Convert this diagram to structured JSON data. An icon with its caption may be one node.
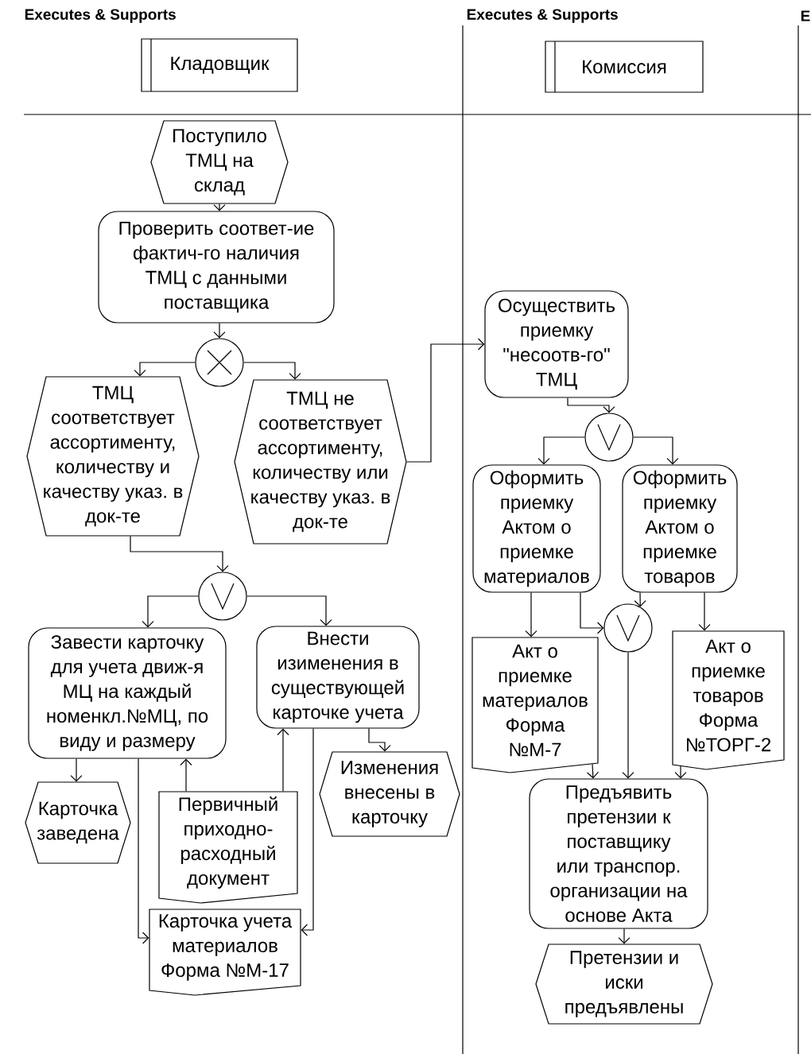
{
  "diagram": {
    "nodes": [
      {
        "text": [
          "Кладовщик"
        ]
      },
      {
        "text": [
          "Комиссия"
        ]
      },
      {
        "text": [
          "Поступило ТМЦ на склад"
        ]
      },
      {
        "text": [
          "Проверить соответ-ие фактич-го наличия ТМЦ с данными поставщика"
        ]
      },
      {
        "text": [],
        "shape": "circle"
      },
      {
        "text": [
          "ТМЦ соответствует ассортименту, количеству и качеству указ. в док-те"
        ]
      },
      {
        "text": [
          "ТМЦ не соответствует ассортименту, количеству или качеству указ. в док-те"
        ]
      },
      {
        "text": [
          "Осуществить приемку \"несоотв-го\" ТМЦ"
        ]
      },
      {
        "text": [],
        "shape": "circle"
      },
      {
        "text": [],
        "shape": "circle"
      },
      {
        "text": [
          "Оформить приемку Актом о приемке материалов"
        ]
      },
      {
        "text": [
          "Оформить приемку Актом о приемке товаров"
        ]
      },
      {
        "text": [
          "Завести карточку для учета движ-я МЦ на каждый номенкл.№МЦ, по виду и размеру"
        ]
      },
      {
        "text": [
          "Внести изименения в существующей карточке учета"
        ]
      },
      {
        "text": [],
        "shape": "circle"
      },
      {
        "text": [
          "Акт о приемке материалов Форма №М-7"
        ]
      },
      {
        "text": [
          "Акт о приемке товаров Форма №ТОРГ-2"
        ]
      },
      {
        "text": [
          "Карточка заведена"
        ]
      },
      {
        "text": [
          "Изменения внесены в карточку"
        ]
      },
      {
        "text": [
          "Первичный приходно-расходный документ"
        ]
      },
      {
        "text": [
          "Предъявить претензии к поставщику или транспор. организации на основе Акта"
        ]
      },
      {
        "text": [
          "Карточка учета материалов Форма №М-17"
        ]
      },
      {
        "text": [
          "Претензии и иски предъявлены"
        ]
      }
    ],
    "edges": [
      {
        "from": 2,
        "to": 3,
        "arrow": "to"
      },
      {
        "from": 3,
        "to": 4,
        "arrow": "to"
      },
      {
        "from": 4,
        "to": 5,
        "arrow": "to"
      },
      {
        "from": 4,
        "to": 6,
        "arrow": "to"
      },
      {
        "from": 6,
        "to": 7,
        "arrow": "to"
      },
      {
        "from": 5,
        "to": 9,
        "arrow": "to"
      },
      {
        "from": 7,
        "to": 8,
        "arrow": "to"
      },
      {
        "from": 8,
        "to": 10,
        "arrow": "to"
      },
      {
        "from": 8,
        "to": 11,
        "arrow": "to"
      },
      {
        "from": 9,
        "to": 12,
        "arrow": "to"
      },
      {
        "from": 9,
        "to": 13,
        "arrow": "to"
      },
      {
        "from": 10,
        "to": 15,
        "arrow": "to"
      },
      {
        "from": 10,
        "to": 14,
        "arrow": "to"
      },
      {
        "from": 11,
        "to": 14,
        "arrow": "to"
      },
      {
        "from": 11,
        "to": 16,
        "arrow": "to"
      },
      {
        "from": 12,
        "to": 17,
        "arrow": "to"
      },
      {
        "from": 12,
        "to": 21,
        "arrow": "to"
      },
      {
        "from": 19,
        "to": 12,
        "arrow": "to"
      },
      {
        "from": 19,
        "to": 13,
        "arrow": "to"
      },
      {
        "from": 13,
        "to": 21,
        "arrow": "to"
      },
      {
        "from": 13,
        "to": 18,
        "arrow": "to"
      },
      {
        "from": 14,
        "to": 20,
        "arrow": "to"
      },
      {
        "from": 15,
        "to": 20,
        "arrow": "to"
      },
      {
        "from": 16,
        "to": 20,
        "arrow": "to"
      },
      {
        "from": 20,
        "to": 22,
        "arrow": "to"
      }
    ],
    "labels": [
      "Executes & Supports",
      "Executes & Supports",
      "E"
    ]
  }
}
